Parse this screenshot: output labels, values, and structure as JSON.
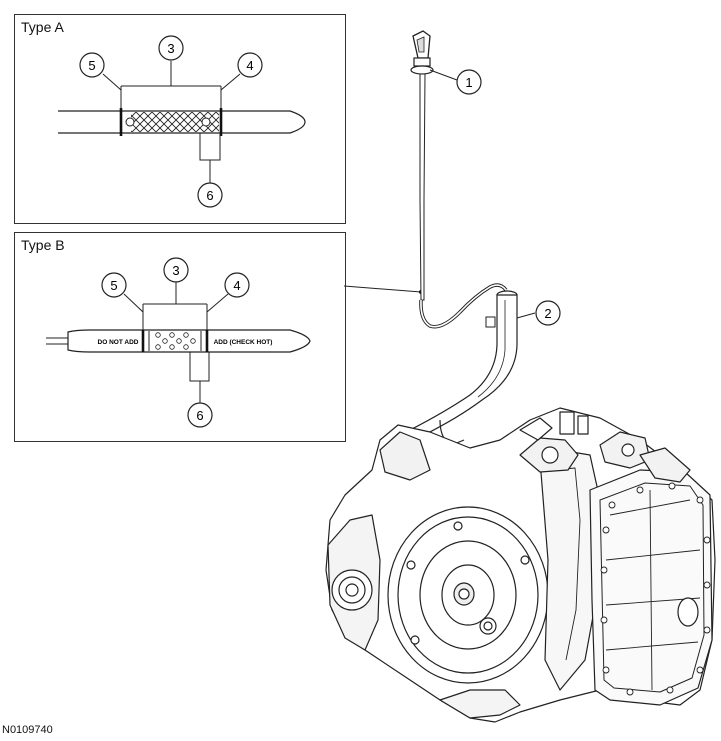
{
  "panel_a": {
    "title": "Type A",
    "callouts": [
      "5",
      "3",
      "4",
      "6"
    ]
  },
  "panel_b": {
    "title": "Type B",
    "callouts": [
      "5",
      "3",
      "4",
      "6"
    ],
    "label_do_not_add": "DO NOT ADD",
    "label_add_check_hot": "ADD (CHECK HOT)"
  },
  "main_callouts": [
    "1",
    "2"
  ],
  "figure_id": "N0109740"
}
